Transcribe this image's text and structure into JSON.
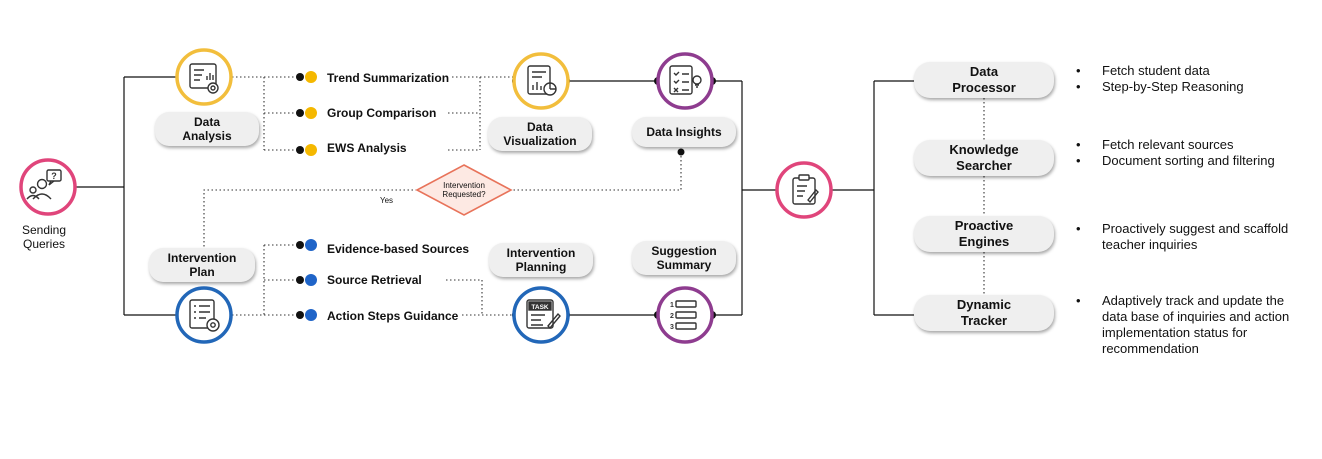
{
  "sending": {
    "label_line1": "Sending",
    "label_line2": "Queries"
  },
  "data_analysis": {
    "label_line1": "Data",
    "label_line2": "Analysis",
    "items": [
      "Trend Summarization",
      "Group Comparison",
      "EWS Analysis"
    ]
  },
  "data_visualization": {
    "label_line1": "Data",
    "label_line2": "Visualization"
  },
  "data_insights": {
    "label": "Data Insights"
  },
  "decision": {
    "label_line1": "Intervention",
    "label_line2": "Requested?",
    "yes_label": "Yes"
  },
  "intervention_plan": {
    "label_line1": "Intervention",
    "label_line2": "Plan",
    "items": [
      "Evidence-based Sources",
      "Source Retrieval",
      "Action Steps Guidance"
    ]
  },
  "intervention_planning": {
    "label_line1": "Intervention",
    "label_line2": "Planning"
  },
  "suggestion_summary": {
    "label_line1": "Suggestion",
    "label_line2": "Summary"
  },
  "modules": [
    {
      "line1": "Data",
      "line2": "Processor",
      "bullets": [
        "Fetch student data",
        "Step-by-Step Reasoning"
      ]
    },
    {
      "line1": "Knowledge",
      "line2": "Searcher",
      "bullets": [
        "Fetch relevant sources",
        "Document sorting and filtering"
      ]
    },
    {
      "line1": "Proactive",
      "line2": "Engines",
      "bullets": [
        "Proactively suggest and scaffold teacher inquiries"
      ]
    },
    {
      "line1": "Dynamic",
      "line2": "Tracker",
      "bullets": [
        "Adaptively track and update the data base of inquiries and action implementation status for recommendation"
      ]
    }
  ],
  "colors": {
    "pink": "#e0457b",
    "yellow": "#f2be3c",
    "purple": "#8e3c8f",
    "blue": "#2267b8",
    "dot_yellow": "#f5b800",
    "dot_blue": "#1f64c8",
    "diamond": "#e8735a"
  },
  "icons": [
    "person-question-icon",
    "report-gear-icon",
    "chart-document-icon",
    "checklist-bulb-icon",
    "checklist-gear-icon",
    "task-pen-icon",
    "numbered-list-icon",
    "clipboard-pen-icon"
  ]
}
